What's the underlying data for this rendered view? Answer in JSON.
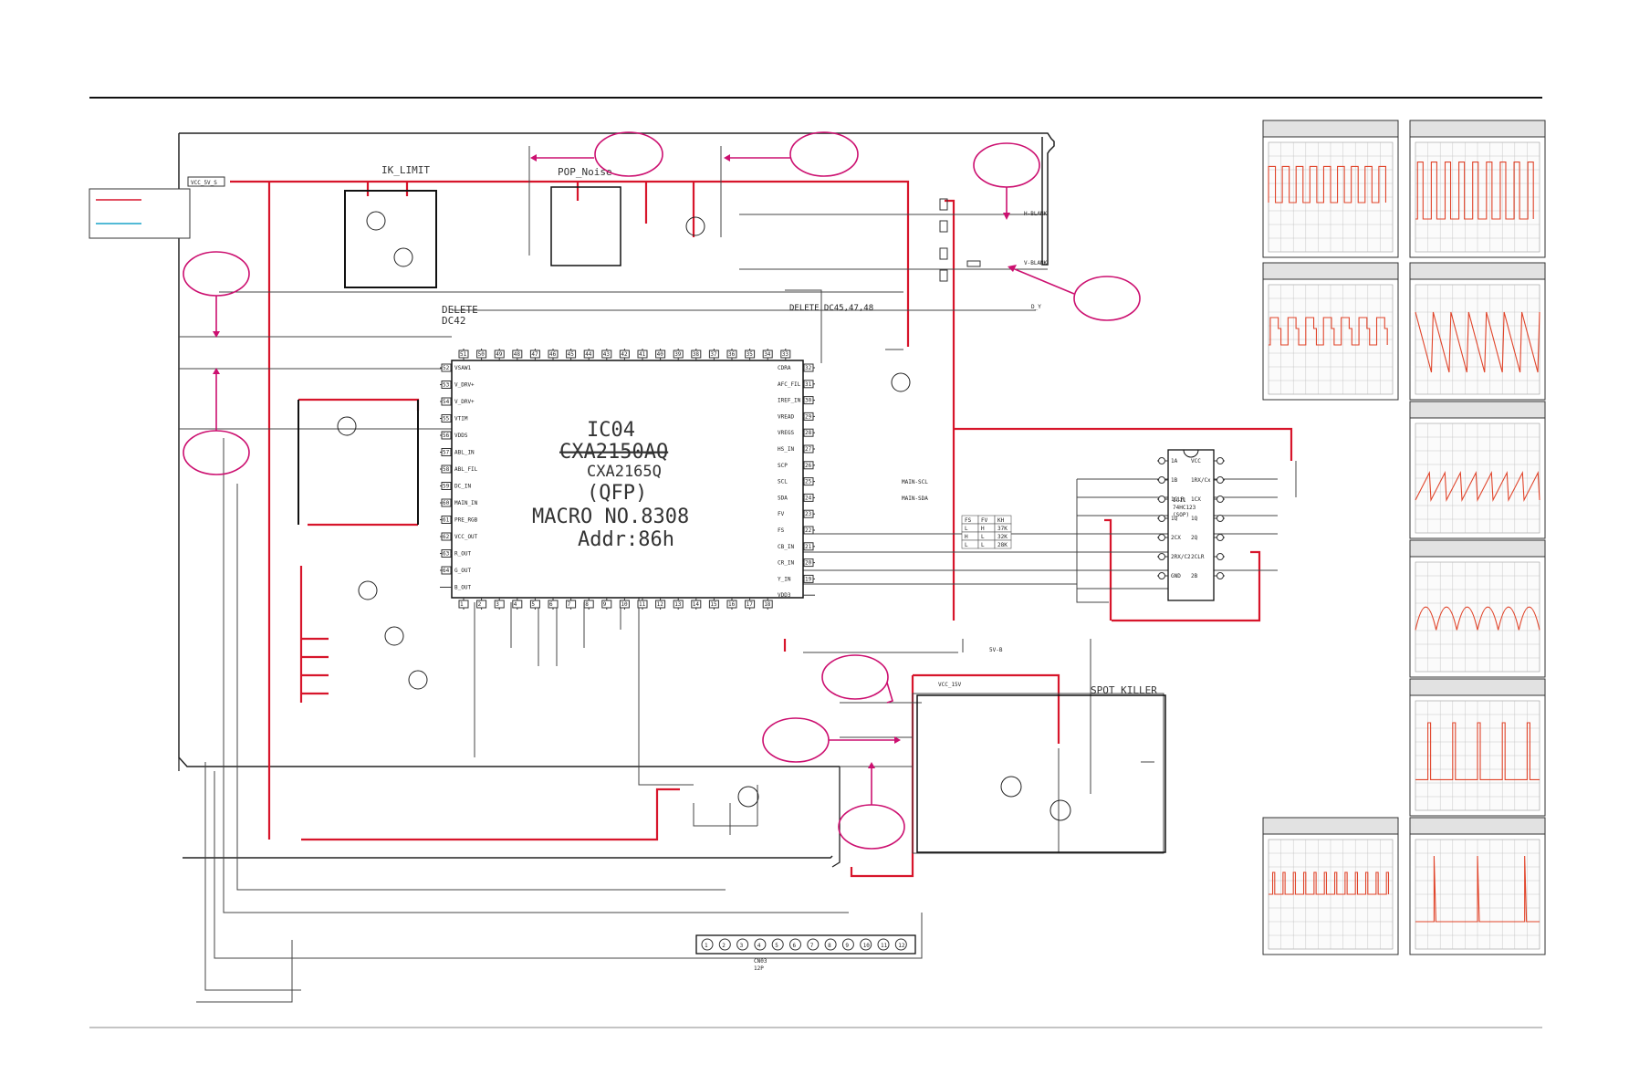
{
  "colors": {
    "signal_red": "#d7152b",
    "annotation_magenta": "#cc1070",
    "legend_cyan": "#19a3c8",
    "wire": "#333333",
    "scope_trace": "#e0442a"
  },
  "ic": {
    "ref": "IC04",
    "part_struck": "CXA2150AQ",
    "part": "CXA2165Q",
    "package": "(QFP)",
    "macro": "MACRO NO.8308",
    "addr": "Addr:86h",
    "left_pins": [
      "VSAW1",
      "V_DRV+",
      "V_DRV+",
      "VTIM",
      "VDDS",
      "ABL_IN",
      "ABL_FIL",
      "DC_IN",
      "MAIN_IN",
      "PRE_RGB",
      "VCC_OUT",
      "R_OUT",
      "G_OUT",
      "B_OUT"
    ],
    "right_pins": [
      "CDRA",
      "AFC_FIL",
      "IREF_IN",
      "VREAD",
      "VREGS",
      "HS_IN",
      "SCP",
      "SCL",
      "SDA",
      "FV",
      "FS",
      "CB_IN",
      "CR_IN",
      "Y_IN",
      "VDD3"
    ],
    "top_pin_numbers": [
      "51",
      "50",
      "49",
      "48",
      "47",
      "46",
      "45",
      "44",
      "43",
      "42",
      "41",
      "40",
      "39",
      "38",
      "37",
      "36",
      "35",
      "34",
      "33"
    ],
    "bottom_pin_numbers": [
      "1",
      "2",
      "3",
      "4",
      "5",
      "6",
      "7",
      "8",
      "9",
      "10",
      "11",
      "12",
      "13",
      "14",
      "15",
      "16",
      "17",
      "18"
    ],
    "right_pin_numbers": [
      "32",
      "31",
      "30",
      "29",
      "28",
      "27",
      "26",
      "25",
      "24",
      "23",
      "22",
      "21",
      "20",
      "19"
    ],
    "left_pin_numbers": [
      "52",
      "53",
      "54",
      "55",
      "56",
      "57",
      "58",
      "59",
      "60",
      "61",
      "62",
      "63",
      "64"
    ]
  },
  "labels": {
    "ik_limit": "IK_LIMIT",
    "pop_noise": "POP_Noise",
    "delete_dc42": "DELETE\nDC42",
    "delete_dc45": "DELETE DC45,47,48",
    "spot_killer": "SPOT KILLER",
    "vcc_5v": "VCC_5V_S",
    "vcc_15v": "VCC_15V",
    "h_blank": "H-BLANK",
    "v_blank": "V-BLANK",
    "main_scl": "MAIN-SCL",
    "main_sda": "MAIN-SDA",
    "d_y": "D_Y",
    "five_v": "5V-B"
  },
  "ic2": {
    "ref": "IC11",
    "part": "74HC123",
    "package": "(SOP)",
    "left_pins": [
      "1A",
      "1B",
      "1CLR",
      "1Q",
      "2CX",
      "2RX/C2",
      "GND"
    ],
    "right_pins": [
      "VCC",
      "1RX/Cx",
      "1CX",
      "1Q",
      "2Q",
      "2CLR",
      "2B"
    ]
  },
  "connector": {
    "ref": "CN03",
    "type": "12P",
    "pins": [
      "1",
      "2",
      "3",
      "4",
      "5",
      "6",
      "7",
      "8",
      "9",
      "10",
      "11",
      "12"
    ]
  },
  "truth_table": {
    "rows": [
      [
        "FS",
        "FV",
        "KH"
      ],
      [
        "L",
        "H",
        "37K"
      ],
      [
        "H",
        "L",
        "32K"
      ],
      [
        "L",
        "L",
        "28K"
      ]
    ]
  },
  "waveforms": [
    {
      "title": "",
      "shape": "square"
    },
    {
      "title": "",
      "shape": "pulse-square"
    },
    {
      "title": "",
      "shape": "stepped"
    },
    {
      "title": "",
      "shape": "sawtooth-down"
    },
    {
      "title": "",
      "shape": "sawtooth-up"
    },
    {
      "title": "",
      "shape": "arches"
    },
    {
      "title": "",
      "shape": "spikes"
    },
    {
      "title": "",
      "shape": "pulse-train"
    },
    {
      "title": "",
      "shape": "sparse-spikes"
    }
  ]
}
